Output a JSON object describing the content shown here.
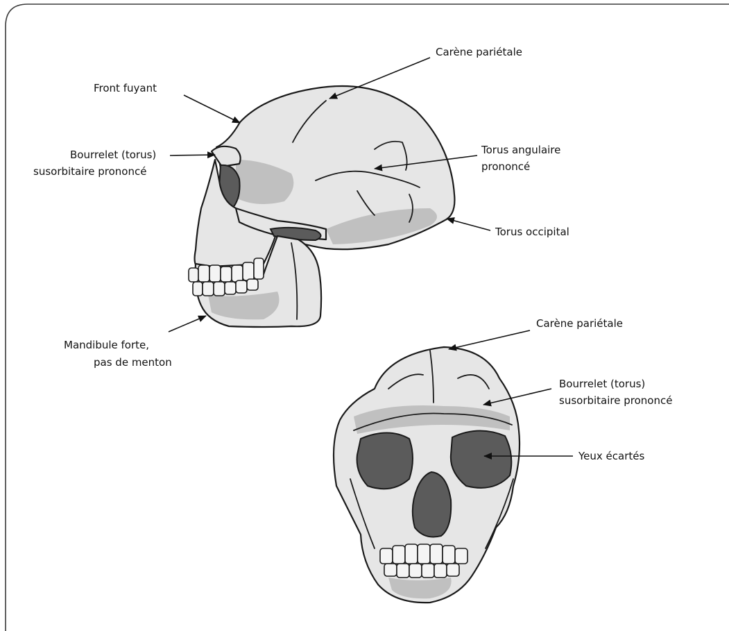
{
  "labels": {
    "front_fuyant": "Front fuyant",
    "carene_parietale_lateral": "Carène pariétale",
    "bourrelet_lateral_1": "Bourrelet (torus)",
    "bourrelet_lateral_2": "susorbitaire prononcé",
    "torus_angulaire_1": "Torus angulaire",
    "torus_angulaire_2": "prononcé",
    "torus_occipital": "Torus occipital",
    "mandibule_1": "Mandibule forte,",
    "mandibule_2": "pas de menton",
    "carene_parietale_frontal": "Carène pariétale",
    "bourrelet_frontal_1": "Bourrelet (torus)",
    "bourrelet_frontal_2": "susorbitaire prononcé",
    "yeux_ecartes": "Yeux écartés"
  }
}
